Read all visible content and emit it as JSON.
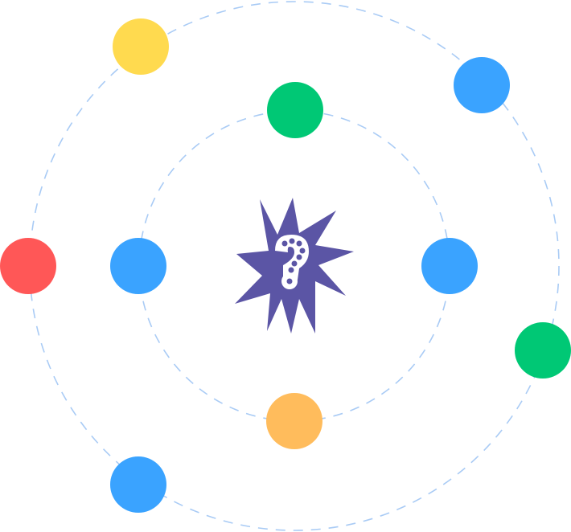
{
  "colors": {
    "orbit": "#A9CBF5",
    "splat": "#5B55A5",
    "yellow": "#FFDA4F",
    "blue": "#3AA3FF",
    "green": "#00C875",
    "red": "#FF5757",
    "orange": "#FFBC5C"
  },
  "center_icon": "question-mark-splat-icon",
  "orbits": [
    {
      "name": "outer-orbit",
      "nodes": [
        "yellow",
        "blue",
        "green",
        "blue",
        "red"
      ]
    },
    {
      "name": "inner-orbit",
      "nodes": [
        "green",
        "blue",
        "orange",
        "blue"
      ]
    }
  ]
}
